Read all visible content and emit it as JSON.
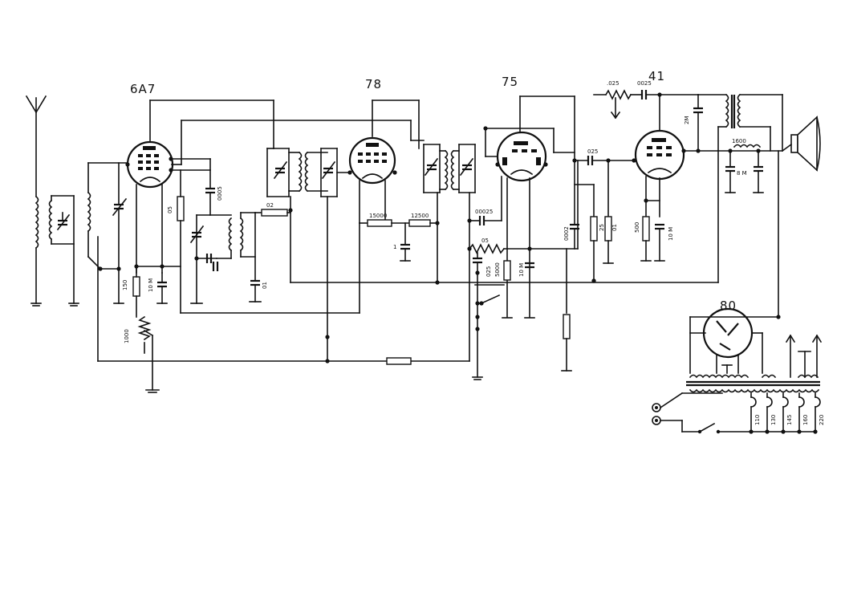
{
  "tubes": {
    "t1": "6A7",
    "t2": "78",
    "t3": "75",
    "t4": "41",
    "t5": "80"
  },
  "values": {
    "v_0005": "0005",
    "v_05a": "05",
    "v_01a": "01",
    "v_10m": "10 M",
    "v_150": "150",
    "v_1000": "1000",
    "v_02": "02",
    "v_15000": "15000",
    "v_12500": "12500",
    "v_1": "1",
    "v_00025": "00025",
    "v_05b": "05",
    "v_025a": "025",
    "v_5000": "5000",
    "v_10m_b": "10 M",
    "v_0002": "0002",
    "v_25": "25",
    "v_025b": "025",
    "v_01b": "01",
    "v_500": "500",
    "v_10m_c": "10 M",
    "v_025c": ".025",
    "v_2m": "2M",
    "v_8m": "8 M",
    "v_1600": "1600",
    "v_0025": "0025",
    "v_110": "110",
    "v_130": "130",
    "v_145": "145",
    "v_160": "160",
    "v_220": "220"
  }
}
